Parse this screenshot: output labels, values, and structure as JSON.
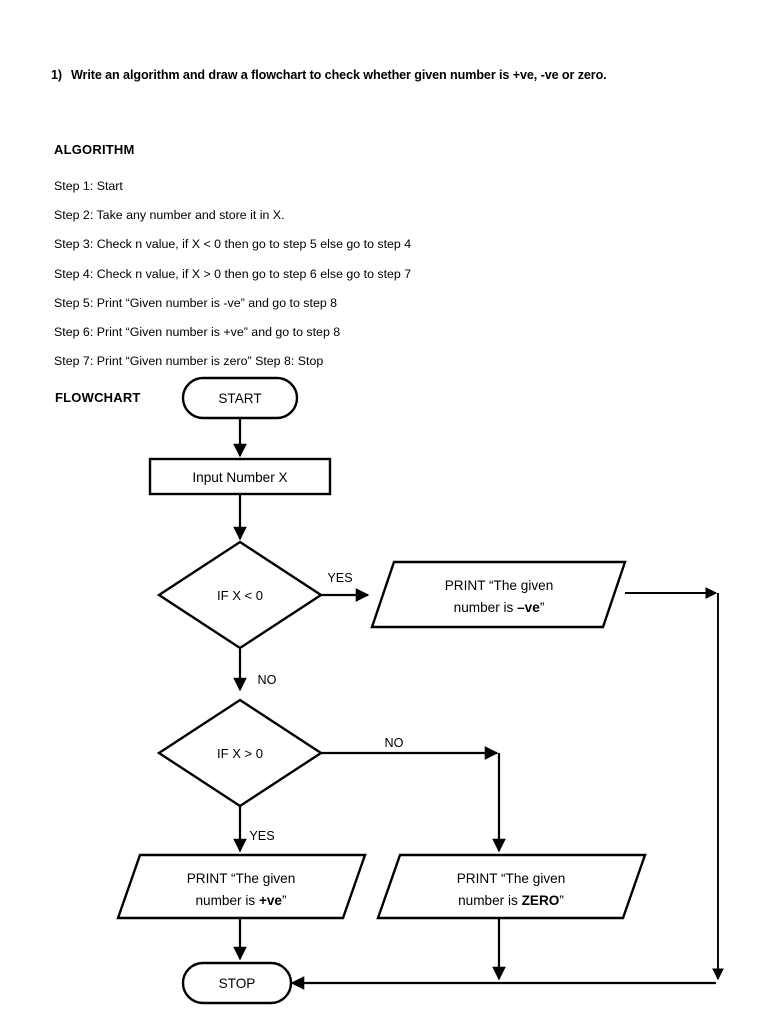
{
  "document": {
    "question": {
      "number": "1)",
      "text": "Write an algorithm and draw a flowchart to check whether given number is +ve, -ve or zero."
    },
    "algorithm": {
      "heading": "ALGORITHM",
      "steps": [
        "Step 1: Start",
        "Step 2: Take any number and store it in X.",
        "Step 3: Check n value, if X < 0 then go to step 5 else go to step 4",
        "Step 4: Check n value, if X > 0 then go to step 6 else go to step 7",
        "Step 5: Print “Given number is -ve” and go to step 8",
        "Step 6: Print “Given number is +ve” and go to step 8",
        "Step 7: Print “Given number is zero” Step 8: Stop"
      ]
    },
    "flowchart": {
      "heading": "FLOWCHART",
      "nodes": {
        "start": {
          "label": "START",
          "shape": "terminator"
        },
        "input": {
          "label": "Input Number X",
          "shape": "process"
        },
        "decision_lt": {
          "label": "IF X < 0",
          "shape": "decision"
        },
        "decision_gt": {
          "label": "IF X > 0",
          "shape": "decision"
        },
        "print_neg": {
          "shape": "io-parallelogram",
          "line1": "PRINT “The given",
          "line2_pre": "number is ",
          "line2_bold": "–ve",
          "line2_post": "”"
        },
        "print_pos": {
          "shape": "io-parallelogram",
          "line1": "PRINT “The given",
          "line2_pre": "number is ",
          "line2_bold": "+ve",
          "line2_post": "”"
        },
        "print_zero": {
          "shape": "io-parallelogram",
          "line1": "PRINT “The given",
          "line2_pre": "number is ",
          "line2_bold": "ZERO",
          "line2_post": "”"
        },
        "stop": {
          "label": "STOP",
          "shape": "terminator"
        }
      },
      "edge_labels": {
        "yes_lt": "YES",
        "no_lt": "NO",
        "no_gt": "NO",
        "yes_gt": "YES"
      }
    },
    "colors": {
      "background": "#ffffff",
      "ink": "#000000",
      "stroke": "#000000"
    }
  }
}
